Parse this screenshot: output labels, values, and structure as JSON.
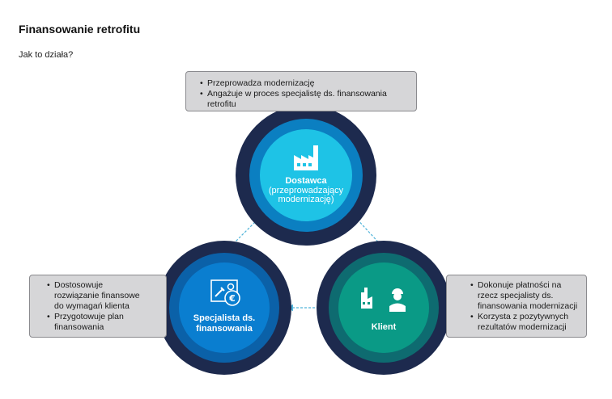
{
  "header": {
    "title": "Finansowanie retrofitu",
    "subtitle": "Jak to działa?"
  },
  "nodes": {
    "supplier": {
      "label": "Dostawca",
      "sub_line1": "(przeprowadzający",
      "sub_line2": "modernizację)",
      "icon": "factory-icon",
      "color_outer": "#1d2a4e",
      "color_mid": "#0b7fc1",
      "color_inner": "#1ec3e6",
      "bullets": [
        "Przeprowadza modernizację",
        "Angażuje w proces specjalistę ds. finansowania retrofitu"
      ]
    },
    "specialist": {
      "label_line1": "Specjalista ds.",
      "label_line2": "finansowania",
      "icon": "finance-settings-icon",
      "color_outer": "#1d2a4e",
      "color_mid": "#0b61a8",
      "color_inner": "#0a7ed0",
      "bullets": [
        "Dostosowuje rozwiązanie finansowe do wymagań klienta",
        "Przygotowuje plan finansowania"
      ]
    },
    "client": {
      "label": "Klient",
      "icon": "factory-worker-icon",
      "color_outer": "#1d2a4e",
      "color_mid": "#0e6b70",
      "color_inner": "#0a9a86",
      "bullets": [
        "Dokonuje płatności na rzecz specjalisty ds. finansowania modernizacji",
        "Korzysta z pozytywnych rezultatów modernizacji"
      ]
    }
  },
  "connector_color": "#4fb3d9"
}
